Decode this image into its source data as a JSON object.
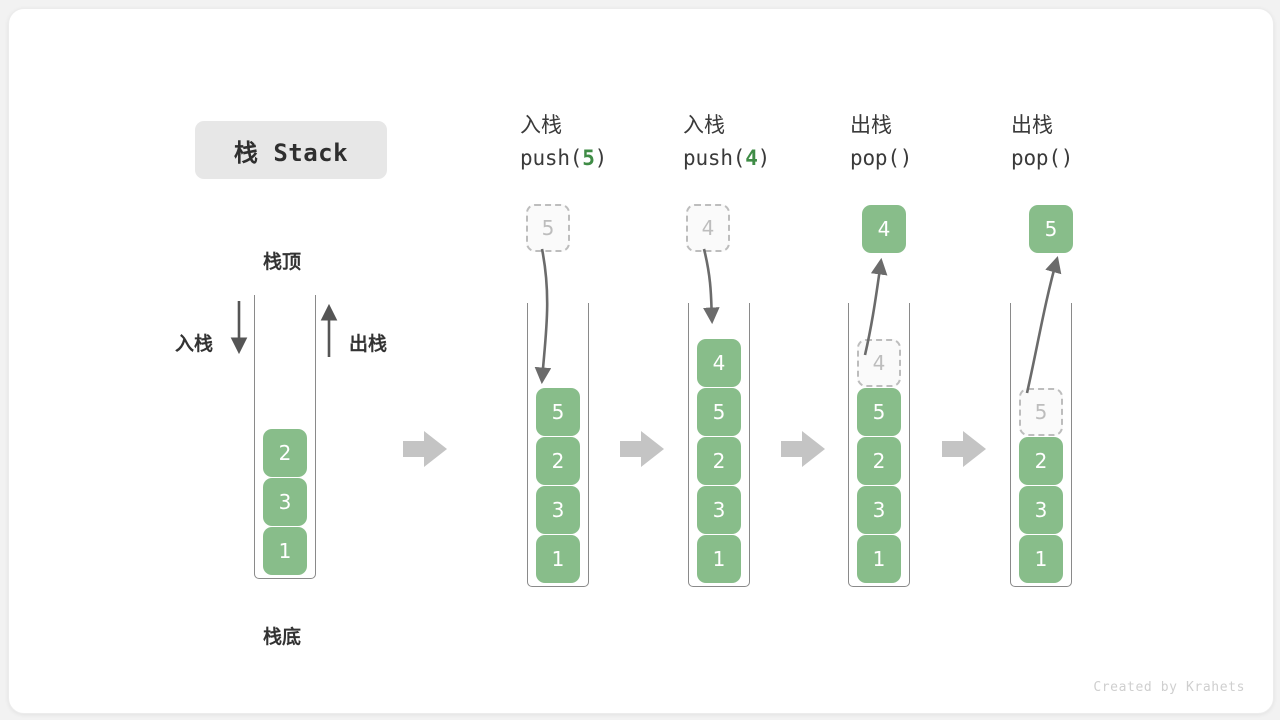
{
  "figure": {
    "title": "栈 Stack",
    "credit": "Created by Krahets",
    "accent_green": "#88bd8a",
    "ghost_gray": "#bdbdbd",
    "arrow_gray": "#c4c4c4",
    "label_dark": "#333333"
  },
  "annotations": {
    "top_label": "栈顶",
    "bottom_label": "栈底",
    "push_side_label": "入栈",
    "pop_side_label": "出栈"
  },
  "stages": [
    {
      "id": "initial",
      "op_line1": "",
      "op_line2_prefix": "",
      "op_line2_value": "",
      "op_line2_suffix": "",
      "cells": [
        "2",
        "3",
        "1"
      ],
      "ghost_top": null,
      "floating_cell": null,
      "floating_kind": ""
    },
    {
      "id": "push-5",
      "op_line1": "入栈",
      "op_line2_prefix": "push(",
      "op_line2_value": "5",
      "op_line2_suffix": ")",
      "cells": [
        "5",
        "2",
        "3",
        "1"
      ],
      "ghost_top": null,
      "floating_cell": "5",
      "floating_kind": "ghost"
    },
    {
      "id": "push-4",
      "op_line1": "入栈",
      "op_line2_prefix": "push(",
      "op_line2_value": "4",
      "op_line2_suffix": ")",
      "cells": [
        "4",
        "5",
        "2",
        "3",
        "1"
      ],
      "ghost_top": null,
      "floating_cell": "4",
      "floating_kind": "ghost"
    },
    {
      "id": "pop-4",
      "op_line1": "出栈",
      "op_line2_prefix": "pop(",
      "op_line2_value": "",
      "op_line2_suffix": ")",
      "cells": [
        "5",
        "2",
        "3",
        "1"
      ],
      "ghost_top": "4",
      "floating_cell": "4",
      "floating_kind": "solid"
    },
    {
      "id": "pop-5",
      "op_line1": "出栈",
      "op_line2_prefix": "pop(",
      "op_line2_value": "",
      "op_line2_suffix": ")",
      "cells": [
        "2",
        "3",
        "1"
      ],
      "ghost_top": "5",
      "floating_cell": "5",
      "floating_kind": "solid"
    }
  ]
}
